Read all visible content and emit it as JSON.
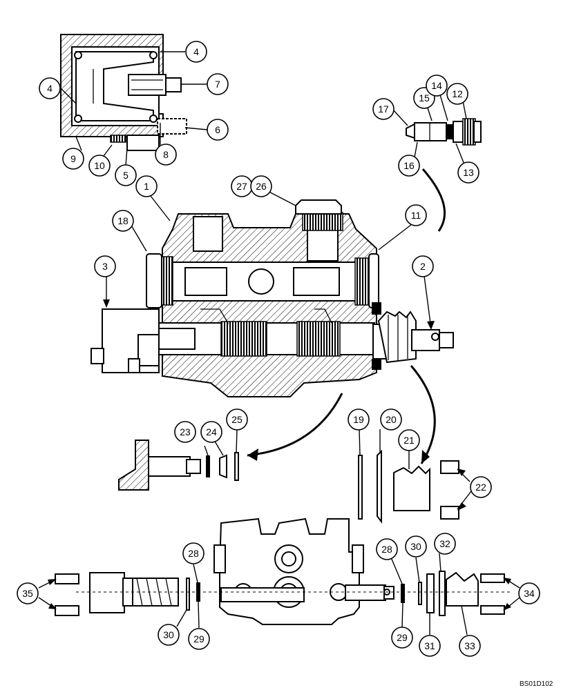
{
  "figure_code": "BS01D102",
  "callouts": [
    {
      "n": "4"
    },
    {
      "n": "7"
    },
    {
      "n": "4"
    },
    {
      "n": "6"
    },
    {
      "n": "9"
    },
    {
      "n": "10"
    },
    {
      "n": "5"
    },
    {
      "n": "8"
    },
    {
      "n": "17"
    },
    {
      "n": "15"
    },
    {
      "n": "14"
    },
    {
      "n": "12"
    },
    {
      "n": "16"
    },
    {
      "n": "13"
    },
    {
      "n": "27"
    },
    {
      "n": "26"
    },
    {
      "n": "1"
    },
    {
      "n": "18"
    },
    {
      "n": "11"
    },
    {
      "n": "3"
    },
    {
      "n": "2"
    },
    {
      "n": "23"
    },
    {
      "n": "24"
    },
    {
      "n": "25"
    },
    {
      "n": "19"
    },
    {
      "n": "20"
    },
    {
      "n": "21"
    },
    {
      "n": "22"
    },
    {
      "n": "35"
    },
    {
      "n": "28"
    },
    {
      "n": "30"
    },
    {
      "n": "29"
    },
    {
      "n": "28"
    },
    {
      "n": "30"
    },
    {
      "n": "32"
    },
    {
      "n": "34"
    },
    {
      "n": "29"
    },
    {
      "n": "31"
    },
    {
      "n": "33"
    }
  ]
}
